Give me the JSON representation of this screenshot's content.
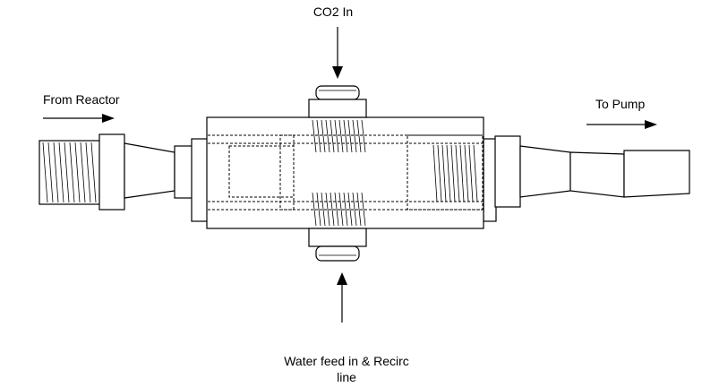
{
  "diagram": {
    "labels": {
      "co2_in": "CO2  In",
      "from_reactor": "From Reactor",
      "to_pump": "To Pump",
      "water_feed_line1": "Water feed in & Recirc",
      "water_feed_line2": "line"
    }
  }
}
